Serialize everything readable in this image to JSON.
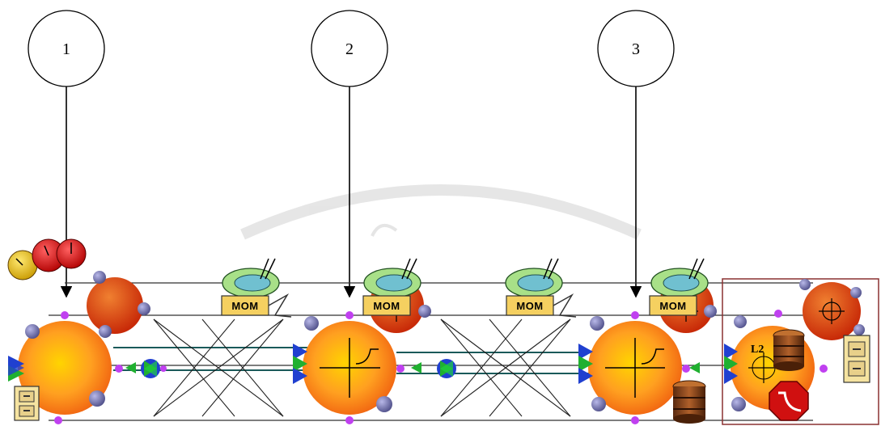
{
  "callouts": [
    {
      "label": "1"
    },
    {
      "label": "2"
    },
    {
      "label": "3"
    }
  ],
  "mom_badges": [
    {
      "label": "MOM"
    },
    {
      "label": "MOM"
    },
    {
      "label": "MOM"
    },
    {
      "label": "MOM"
    }
  ],
  "level_label": "L2",
  "icons": {
    "gauge": "gauge-cluster-icon",
    "cabinet": "filing-cabinet-icon",
    "barrel": "barrel-icon",
    "stop": "stop-sign-icon",
    "crosshair": "crosshair-icon"
  },
  "colors": {
    "node_outer": "#f07a10",
    "node_inner": "#ffcc00",
    "node_red": "#d83a10",
    "port": "#6a6aaa",
    "connector_blue": "#2040d0",
    "connector_green": "#20b030",
    "marker": "#c040f0",
    "mom_bg": "#f5d060",
    "highlight_box": "#8a3030"
  }
}
